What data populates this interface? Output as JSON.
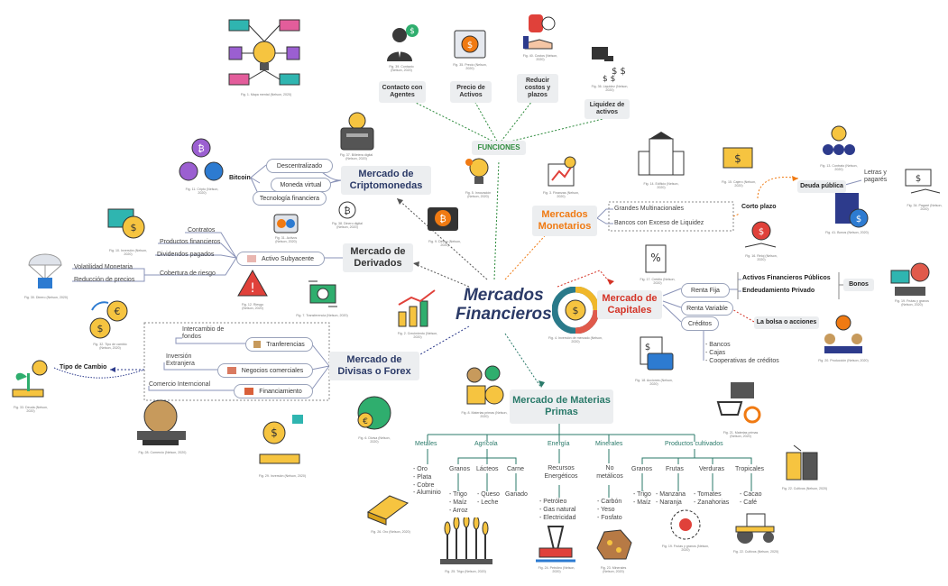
{
  "center": {
    "line1": "Mercados",
    "line2": "Financieros"
  },
  "center_caption": "Fig. 4. Inversión de mercado (Nelson, 2020)",
  "funciones": {
    "title": "FUNCIONES",
    "items": [
      "Contacto con Agentes",
      "Precio de Activos",
      "Reducir costos y plazos",
      "Liquidez de activos"
    ]
  },
  "cripto": {
    "title": "Mercado de Criptomonedas",
    "parent": "Bitcoin",
    "items": [
      "Descentralizado",
      "Moneda virtual",
      "Tecnología financiera"
    ]
  },
  "derivados": {
    "title": "Mercado de Derivados",
    "hub": "Activo Subyacente",
    "left": [
      "Contratos",
      "Productos financieros",
      "Dividendos pagados",
      "Cobertura de riesgo"
    ],
    "far": [
      "Volatilidad Monetaria",
      "Reducción de precios"
    ]
  },
  "divisas": {
    "title": "Mercado de Divisas o Forex",
    "side": "Tipo de Cambio",
    "pills": [
      "Tranferencias",
      "Negocios comerciales",
      "Financiamiento"
    ],
    "notes": [
      "Intercambio de fondos",
      "Inversión Extranjera",
      "Comercio Interncional"
    ]
  },
  "monetarios": {
    "title": "Mercados Monetarios",
    "items": [
      "Grandes Multinacionales",
      "Bancos con Exceso de Liquidez"
    ],
    "corto": "Corto plazo",
    "deuda": "Deuda pública",
    "letras": "Letras y pagarés"
  },
  "capitales": {
    "title": "Mercado de Capitales",
    "renta_fija": "Renta Fija",
    "renta_variable": "Renta Variable",
    "creditos": "Créditos",
    "fija_items": [
      "Activos Financieros Públicos",
      "Endeudamiento Privado"
    ],
    "bonos": "Bonos",
    "bolsa": "La bolsa o acciones",
    "credit_items": [
      "- Bancos",
      "- Cajas",
      "- Cooperativas de créditos"
    ]
  },
  "materias": {
    "title": "Mercado de Materias Primas",
    "categories": [
      "Metales",
      "Agrícola",
      "Energía",
      "Minerales",
      "Productos cultivados"
    ],
    "metales": [
      "- Oro",
      "- Plata",
      "- Cobre",
      "- Aluminio"
    ],
    "agricola_sub": [
      "Granos",
      "Lácteos",
      "Carne"
    ],
    "granos": [
      "- Trigo",
      "- Maíz",
      "- Arroz"
    ],
    "lacteos": [
      "- Queso",
      "- Leche"
    ],
    "carne": [
      "Ganado"
    ],
    "energia_sub": "Recursos Energéticos",
    "energia": [
      "- Petróleo",
      "- Gas natural",
      "- Electricidad"
    ],
    "minerales_sub": "No metálicos",
    "minerales": [
      "- Carbón",
      "- Yeso",
      "- Fosfato"
    ],
    "cultivados_sub": [
      "Granos",
      "Frutas",
      "Verduras",
      "Tropicales"
    ],
    "c_granos": [
      "- Trigo",
      "- Maíz"
    ],
    "c_frutas": [
      "- Manzana",
      "- Naranja"
    ],
    "c_verduras": [
      "- Tomates",
      "- Zanahorias"
    ],
    "c_tropicales": [
      "- Cacao",
      "- Café"
    ]
  },
  "captions": {
    "f1": "Fig. 1. Mapa mental (Nelson, 2020)",
    "f2": "Fig. 2. Crecimiento (Nelson, 2020)",
    "f3": "Fig. 3. Finanzas (Nelson, 2020)",
    "f5": "Fig. 5. Innovación (Nelson, 2020)",
    "f6": "Fig. 6. Divisa (Nelson, 2020)",
    "f7": "Fig. 7. Transferencia (Nelson, 2020)",
    "f8": "Fig. 8. Materias primas (Nelson, 2020)",
    "f9": "Fig. 9. Dinero (Nelson, 2020)",
    "f10": "Fig. 10. Inversión (Nelson, 2020)",
    "f11": "Fig. 11. Cripto (Nelson, 2020)",
    "f12": "Fig. 12. Riesgo (Nelson, 2020)",
    "f13": "Fig. 13. Contrato (Nelson, 2020)",
    "f14": "Fig. 14. Edificio (Nelson, 2020)",
    "f15": "Fig. 15. Cajero (Nelson, 2020)",
    "f16": "Fig. 16. Reloj (Nelson, 2020)",
    "f17": "Fig. 17. Crédito (Nelson, 2020)",
    "f18": "Fig. 18. Acciones (Nelson, 2020)",
    "f19": "Fig. 19. Frutas y granos (Nelson, 2020)",
    "f20": "Fig. 20. Producción (Nelson, 2020)",
    "f21": "Fig. 21. Materias primas (Nelson, 2020)",
    "f22": "Fig. 22. Cultivos (Nelson, 2020)",
    "f23": "Fig. 23. Minerales (Nelson, 2020)",
    "f24": "Fig. 24. Petróleo (Nelson, 2020)",
    "f25": "Fig. 25. Trigo (Nelson, 2020)",
    "f26": "Fig. 26. Oro (Nelson, 2020)",
    "f27": "Fig. 27. Finanzas (Nelson, 2020)",
    "f28": "Fig. 28. Comercio (Nelson, 2020)",
    "f29": "Fig. 29. Inversión (Nelson, 2020)",
    "f30": "Fig. 30. Dinero (Nelson, 2020)",
    "f31": "Fig. 31. Activos (Nelson, 2020)",
    "f32": "Fig. 32. Tipo de cambio (Nelson, 2020)",
    "f33": "Fig. 33. Deuda (Nelson, 2020)",
    "f34": "Fig. 34. Pagaré (Nelson, 2020)",
    "f35": "Fig. 35. Precio (Nelson, 2020)",
    "f36": "Fig. 36. Liquidez (Nelson, 2020)",
    "f37": "Fig. 37. Billetera digital (Nelson, 2020)",
    "f38": "Fig. 38. Dinero digital (Nelson, 2020)",
    "f39": "Fig. 39. Contacto (Nelson, 2020)",
    "f40": "Fig. 40. Costos (Nelson, 2020)",
    "f41": "Fig. 41. Bonos (Nelson, 2020)"
  },
  "colors": {
    "navy": "#2b3a67",
    "green": "#2e8b3d",
    "orange": "#f07a12",
    "red": "#d43326",
    "teal": "#2a7a6a",
    "grey": "#555555",
    "blue_dot": "#2d3b8c"
  }
}
